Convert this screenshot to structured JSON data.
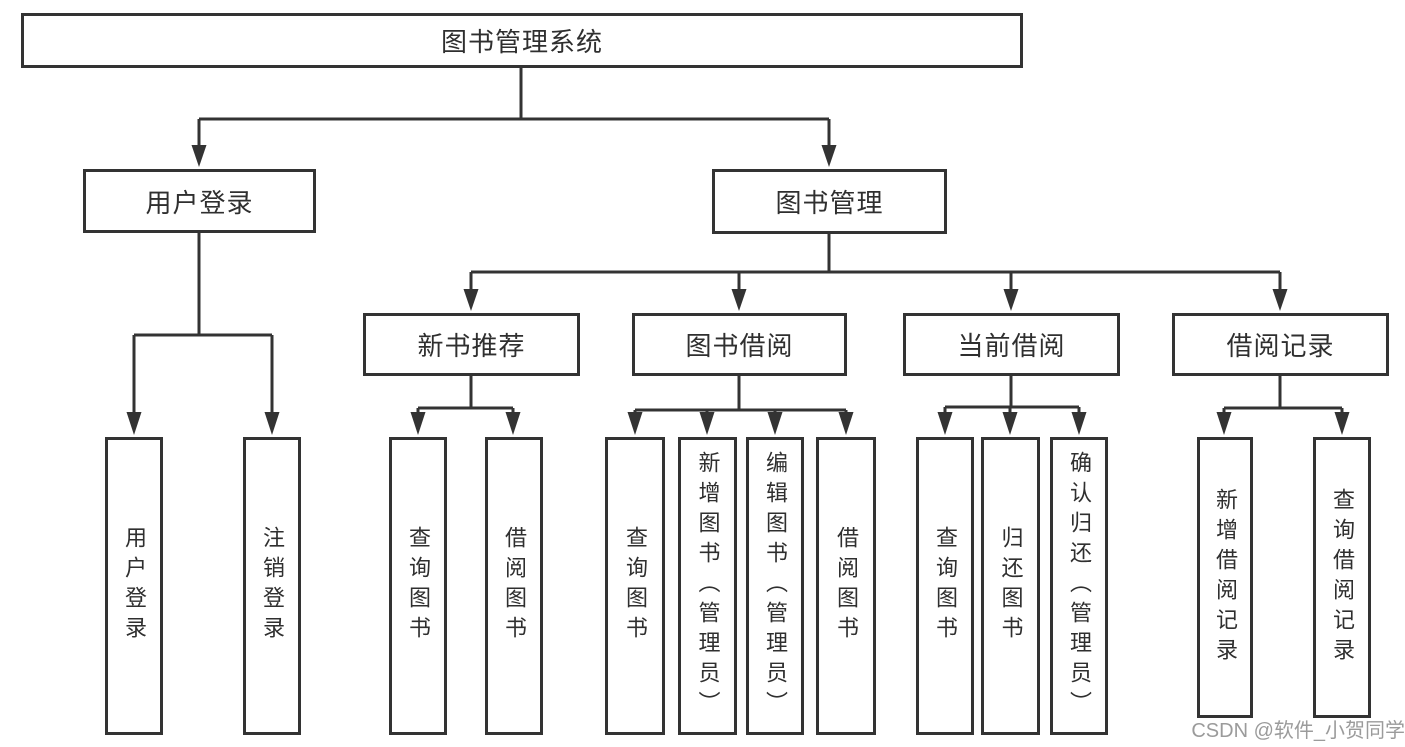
{
  "tree": {
    "root": {
      "label": "图书管理系统",
      "children": [
        {
          "label": "用户登录",
          "children": [
            {
              "label": "用户登录"
            },
            {
              "label": "注销登录"
            }
          ]
        },
        {
          "label": "图书管理",
          "children": [
            {
              "label": "新书推荐",
              "children": [
                {
                  "label": "查询图书"
                },
                {
                  "label": "借阅图书"
                }
              ]
            },
            {
              "label": "图书借阅",
              "children": [
                {
                  "label": "查询图书"
                },
                {
                  "label": "新增图书（管理员）"
                },
                {
                  "label": "编辑图书（管理员）"
                },
                {
                  "label": "借阅图书"
                }
              ]
            },
            {
              "label": "当前借阅",
              "children": [
                {
                  "label": "查询图书"
                },
                {
                  "label": "归还图书"
                },
                {
                  "label": "确认归还（管理员）"
                }
              ]
            },
            {
              "label": "借阅记录",
              "children": [
                {
                  "label": "新增借阅记录"
                },
                {
                  "label": "查询借阅记录"
                }
              ]
            }
          ]
        }
      ]
    }
  },
  "watermark": {
    "text": "CSDN @软件_小贺同学"
  },
  "colors": {
    "line": "#333333",
    "box_border": "#333333",
    "label_text": "#2f2f2f",
    "watermark_text": "#9b9b9b",
    "background": "#ffffff"
  }
}
